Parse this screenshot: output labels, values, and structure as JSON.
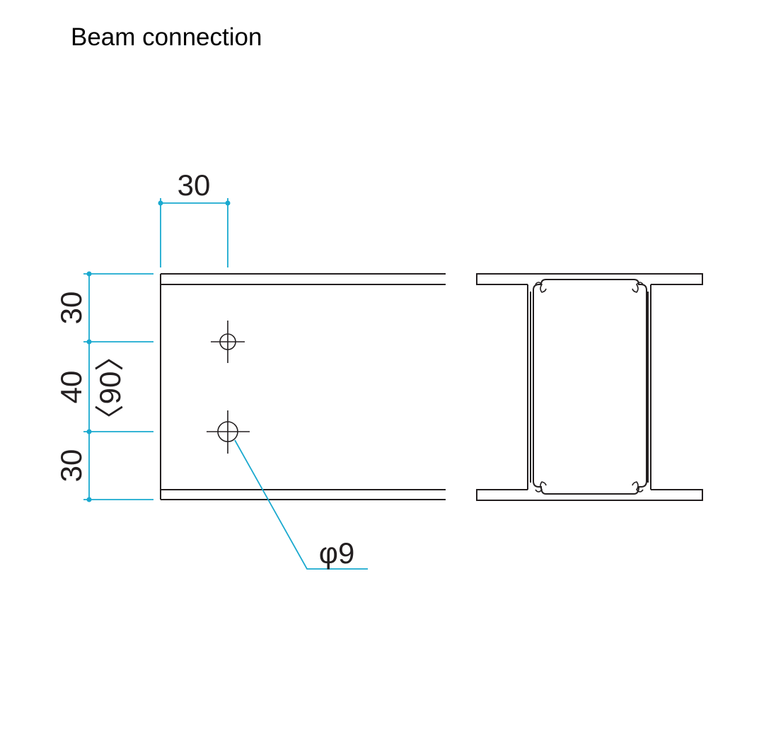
{
  "title": "Beam connection",
  "colors": {
    "dimension": "#1aa9cf",
    "outline": "#231f20",
    "background": "#ffffff"
  },
  "dimensions": {
    "hole_edge_distance": "30",
    "top_edge_distance": "30",
    "hole_spacing": "40",
    "bottom_edge_distance": "30",
    "overall_height": "〈90〉",
    "hole_diameter": "φ9"
  }
}
